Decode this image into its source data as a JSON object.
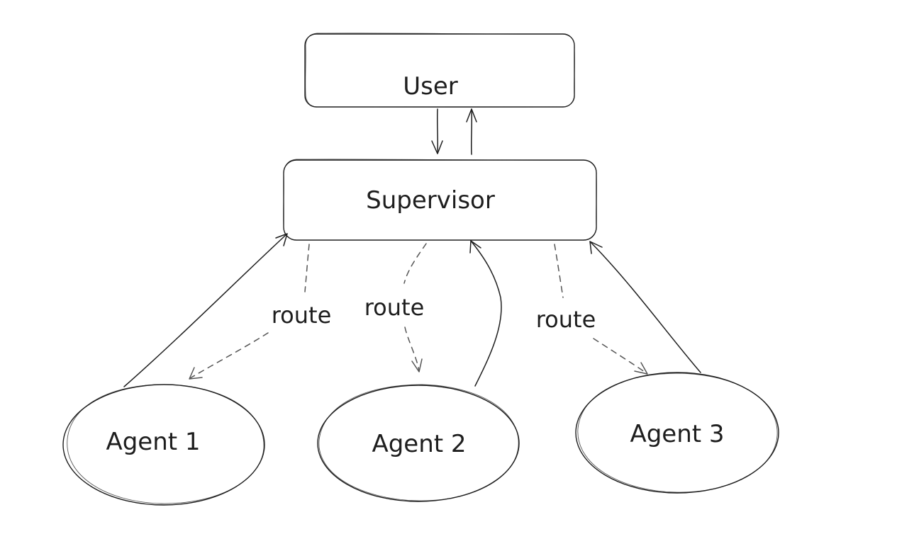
{
  "diagram": {
    "nodes": {
      "user": {
        "label": "User"
      },
      "supervisor": {
        "label": "Supervisor"
      },
      "agent_1": {
        "label": "Agent 1"
      },
      "agent_2": {
        "label": "Agent 2"
      },
      "agent_3": {
        "label": "Agent 3"
      }
    },
    "edges": {
      "route_agent_1": {
        "label": "route",
        "from": "Supervisor",
        "to": "Agent 1",
        "style": "dashed"
      },
      "route_agent_2": {
        "label": "route",
        "from": "Supervisor",
        "to": "Agent 2",
        "style": "dashed"
      },
      "route_agent_3": {
        "label": "route",
        "from": "Supervisor",
        "to": "Agent 3",
        "style": "dashed"
      },
      "return_agent_1": {
        "from": "Agent 1",
        "to": "Supervisor",
        "style": "solid"
      },
      "return_agent_2": {
        "from": "Agent 2",
        "to": "Supervisor",
        "style": "solid"
      },
      "return_agent_3": {
        "from": "Agent 3",
        "to": "Supervisor",
        "style": "solid"
      },
      "user_to_supervisor": {
        "from": "User",
        "to": "Supervisor",
        "style": "solid"
      },
      "supervisor_to_user": {
        "from": "Supervisor",
        "to": "User",
        "style": "solid"
      }
    },
    "colors": {
      "stroke": "#1e1e1e",
      "dashed_stroke": "#555555",
      "background": "#ffffff"
    }
  }
}
